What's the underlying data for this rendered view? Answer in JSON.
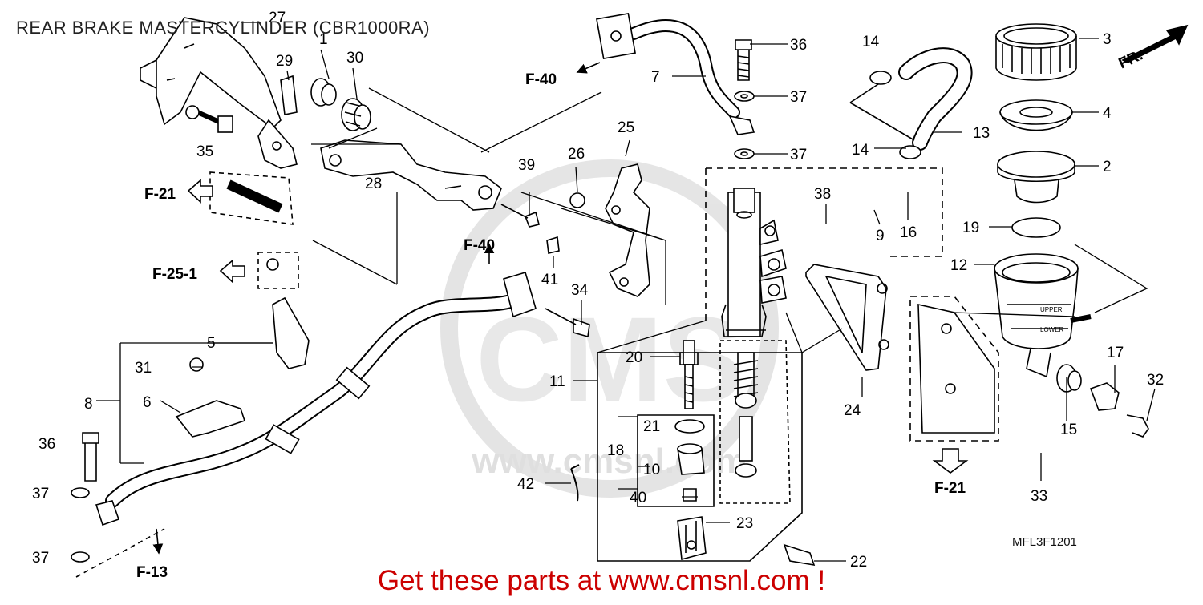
{
  "title": "REAR BRAKE MASTERCYLINDER (CBR1000RA)",
  "footer": {
    "text": "Get these parts at www.cmsnl.com !",
    "color": "#cc0000"
  },
  "diagram_code": "MFL3F1201",
  "watermark": {
    "text": "www.cmsnl.com",
    "color": "#d6d6d6"
  },
  "orientation_label": "FR.",
  "refs": {
    "f40_top": "F-40",
    "f21_left": "F-21",
    "f25": "F-25-1",
    "f40_mid": "F-40",
    "f13": "F-13",
    "f21_right": "F-21"
  },
  "part_numbers": {
    "p1": "1",
    "p2": "2",
    "p3": "3",
    "p4": "4",
    "p5": "5",
    "p6": "6",
    "p7": "7",
    "p8": "8",
    "p9": "9",
    "p10": "10",
    "p11": "11",
    "p12": "12",
    "p13": "13",
    "p14a": "14",
    "p14b": "14",
    "p15": "15",
    "p16": "16",
    "p17": "17",
    "p18": "18",
    "p19": "19",
    "p20": "20",
    "p21": "21",
    "p22": "22",
    "p23": "23",
    "p24": "24",
    "p25": "25",
    "p26": "26",
    "p27": "27",
    "p28": "28",
    "p29": "29",
    "p30": "30",
    "p31": "31",
    "p32": "32",
    "p33": "33",
    "p34": "34",
    "p35": "35",
    "p36a": "36",
    "p36b": "36",
    "p37a": "37",
    "p37b": "37",
    "p37c": "37",
    "p37d": "37",
    "p38": "38",
    "p39": "39",
    "p40": "40",
    "p41": "41",
    "p42": "42"
  },
  "reservoir_marks": {
    "upper": "UPPER",
    "lower": "LOWER"
  }
}
